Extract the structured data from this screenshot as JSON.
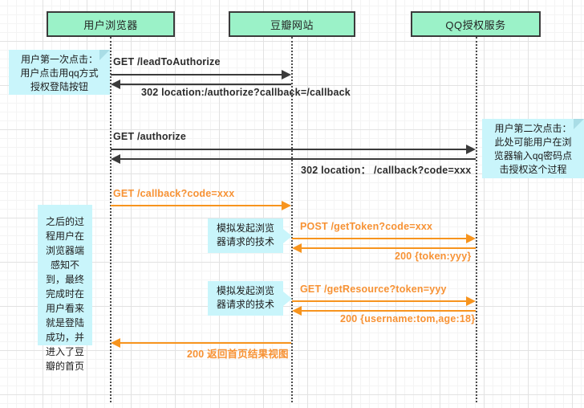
{
  "diagram": {
    "title": "OAuth QQ authorization sequence diagram",
    "colors": {
      "actor_fill": "#9bf2c8",
      "actor_border": "#3b3b3b",
      "note_fill": "#c9f5fb",
      "message_dark": "#3b3b3b",
      "message_orange": "#f7941e"
    },
    "actors": [
      {
        "id": "browser",
        "label": "用户浏览器"
      },
      {
        "id": "douban",
        "label": "豆瓣网站"
      },
      {
        "id": "qq",
        "label": "QQ授权服务"
      }
    ],
    "notes": [
      {
        "id": "note-first-click",
        "text": "用户第一次点击：\n用户点击用qq方式\n授权登陆按钮"
      },
      {
        "id": "note-second-click",
        "text": "用户第二次点击：\n此处可能用户在浏\n览器输入qq密码点\n击授权这个过程"
      },
      {
        "id": "note-invisible-process",
        "text": "之后的过\n程用户在\n浏览器端\n感知不\n到，最终\n完成时在\n用户看来\n就是登陆\n成功，并\n进入了豆\n瓣的首页"
      },
      {
        "id": "note-simulate-request-1",
        "text": "模拟发起浏览\n器请求的技术"
      },
      {
        "id": "note-simulate-request-2",
        "text": "模拟发起浏览\n器请求的技术"
      }
    ],
    "messages": [
      {
        "id": "msg-1",
        "label": "GET /leadToAuthorize",
        "from": "browser",
        "to": "douban",
        "direction": "right",
        "color": "dark"
      },
      {
        "id": "msg-2",
        "label": "302 location:/authorize?callback=/callback",
        "from": "douban",
        "to": "browser",
        "direction": "left",
        "color": "dark"
      },
      {
        "id": "msg-3",
        "label": "GET /authorize",
        "from": "browser",
        "to": "qq",
        "direction": "right",
        "color": "dark"
      },
      {
        "id": "msg-4",
        "label": "302 location： /callback?code=xxx",
        "from": "qq",
        "to": "browser",
        "direction": "left",
        "color": "dark"
      },
      {
        "id": "msg-5",
        "label": "GET /callback?code=xxx",
        "from": "browser",
        "to": "douban",
        "direction": "right",
        "color": "orange"
      },
      {
        "id": "msg-6",
        "label": "POST /getToken?code=xxx",
        "from": "douban",
        "to": "qq",
        "direction": "right",
        "color": "orange"
      },
      {
        "id": "msg-7",
        "label": "200 {token:yyy}",
        "from": "qq",
        "to": "douban",
        "direction": "left",
        "color": "orange"
      },
      {
        "id": "msg-8",
        "label": "GET /getResource?token=yyy",
        "from": "douban",
        "to": "qq",
        "direction": "right",
        "color": "orange"
      },
      {
        "id": "msg-9",
        "label": "200 {username:tom,age:18}",
        "from": "qq",
        "to": "douban",
        "direction": "left",
        "color": "orange"
      },
      {
        "id": "msg-10",
        "label": "200 返回首页结果视图",
        "from": "douban",
        "to": "browser",
        "direction": "left",
        "color": "orange"
      }
    ]
  }
}
